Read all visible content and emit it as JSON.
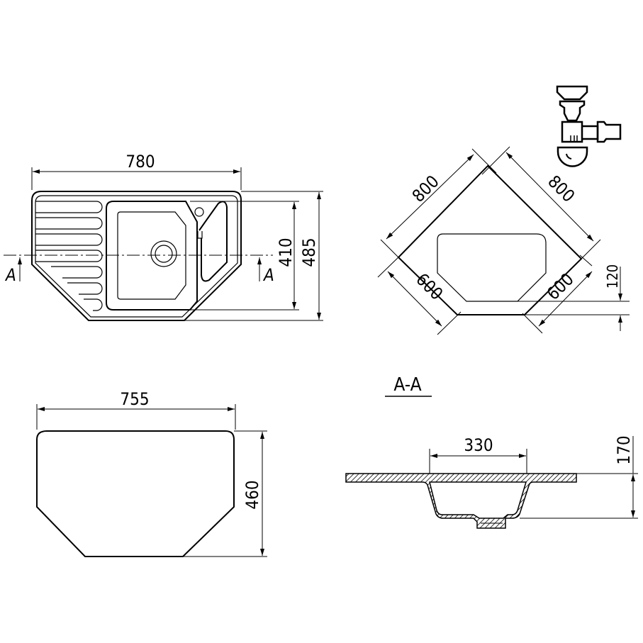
{
  "top_view": {
    "width_label": "780",
    "bowl_height_label": "410",
    "total_height_label": "485",
    "section_marker_left": "A",
    "section_marker_right": "A"
  },
  "cabinet_view": {
    "wall_left_label": "800",
    "wall_right_label": "800",
    "side_left_label": "600",
    "side_right_label": "600",
    "offset_label": "120"
  },
  "cutout_view": {
    "width_label": "755",
    "height_label": "460"
  },
  "section_view": {
    "title": "A-A",
    "bowl_width_label": "330",
    "depth_label": "170"
  },
  "colors": {
    "line": "#000000",
    "background": "#ffffff"
  }
}
